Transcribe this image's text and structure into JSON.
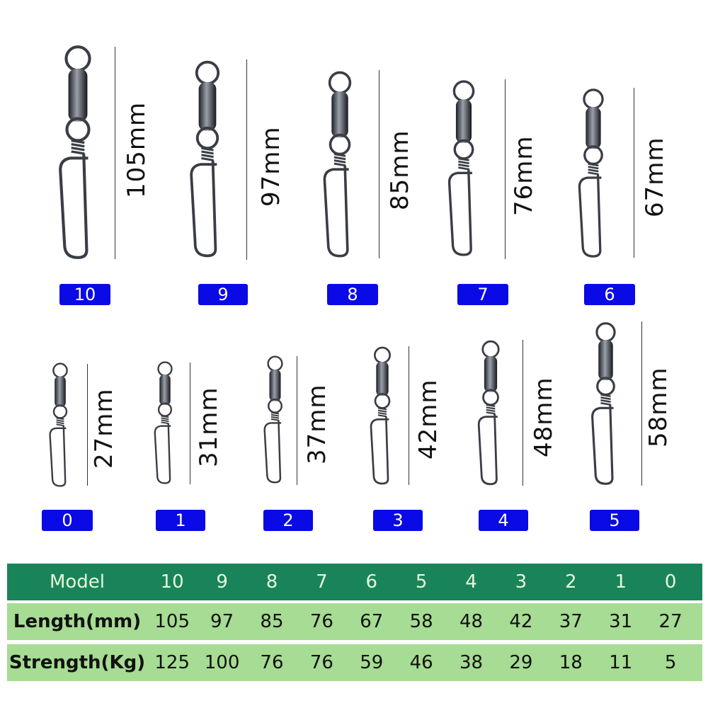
{
  "items": [
    {
      "model": "10",
      "length": "105mm"
    },
    {
      "model": "9",
      "length": "97mm"
    },
    {
      "model": "8",
      "length": "85mm"
    },
    {
      "model": "7",
      "length": "76mm"
    },
    {
      "model": "6",
      "length": "67mm"
    },
    {
      "model": "0",
      "length": "27mm"
    },
    {
      "model": "1",
      "length": "31mm"
    },
    {
      "model": "2",
      "length": "37mm"
    },
    {
      "model": "3",
      "length": "42mm"
    },
    {
      "model": "4",
      "length": "48mm"
    },
    {
      "model": "5",
      "length": "58mm"
    }
  ],
  "table": {
    "header_label": "Model",
    "models": [
      "10",
      "9",
      "8",
      "7",
      "6",
      "5",
      "4",
      "3",
      "2",
      "1",
      "0"
    ],
    "length_label": "Length(mm)",
    "lengths": [
      "105",
      "97",
      "85",
      "76",
      "67",
      "58",
      "48",
      "42",
      "37",
      "31",
      "27"
    ],
    "strength_label": "Strength(Kg)",
    "strengths": [
      "125",
      "100",
      "76",
      "76",
      "59",
      "46",
      "38",
      "29",
      "18",
      "11",
      "5"
    ]
  },
  "colors": {
    "badge": "#0a0ae6",
    "header": "#19845a",
    "rows": "#a6dc93"
  }
}
